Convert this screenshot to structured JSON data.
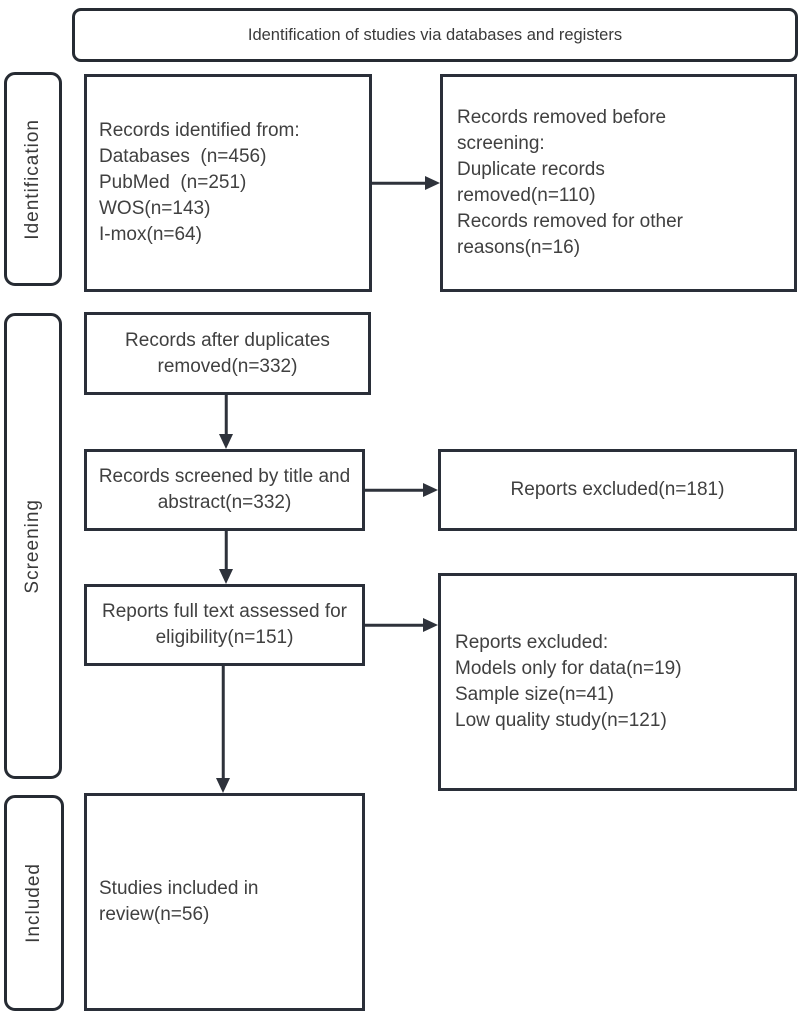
{
  "title": "Identification of studies via databases and registers",
  "stages": {
    "identification": "Identification",
    "screening": "Screening",
    "included": "Included"
  },
  "boxes": {
    "records_identified": {
      "items": [
        "Records identified from:",
        "Databases  (n=456)",
        "PubMed  (n=251)",
        "WOS(n=143)",
        "I-mox(n=64)"
      ]
    },
    "records_removed": {
      "items": [
        "Records removed before screening:",
        "Duplicate records removed(n=110)",
        "Records removed for other reasons(n=16)"
      ]
    },
    "after_duplicates": {
      "text": "Records after duplicates removed(n=332)"
    },
    "screened_title_abstract": {
      "text": "Records screened by title and abstract(n=332)"
    },
    "excluded_title_abstract": {
      "text": "Reports excluded(n=181)"
    },
    "full_text_assessed": {
      "text": "Reports full text assessed for eligibility(n=151)"
    },
    "excluded_full_text": {
      "items": [
        "Reports excluded:",
        "Models only for data(n=19)",
        "Sample size(n=41)",
        "Low quality study(n=121)"
      ]
    },
    "included_in_review": {
      "text": "Studies included in review(n=56)"
    }
  },
  "colors": {
    "box_border": "#2a2f39",
    "arrow": "#2e323b",
    "text": "#404040",
    "background": "#ffffff"
  }
}
